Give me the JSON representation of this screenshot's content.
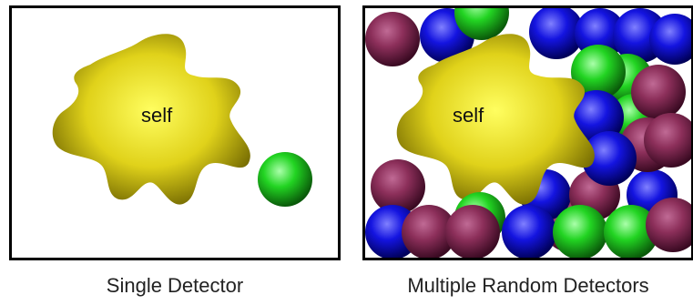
{
  "panels": [
    {
      "caption": "Single Detector",
      "self_label": "self",
      "detector_colors": [
        "green"
      ]
    },
    {
      "caption": "Multiple Random Detectors",
      "self_label": "self",
      "detector_colors": [
        "maroon",
        "blue",
        "green"
      ]
    }
  ],
  "colors": {
    "self_blob": "#e6dc1e",
    "detector_green": "#22d422",
    "detector_blue": "#1414e0",
    "detector_maroon": "#8c2f5a",
    "border": "#000000"
  }
}
